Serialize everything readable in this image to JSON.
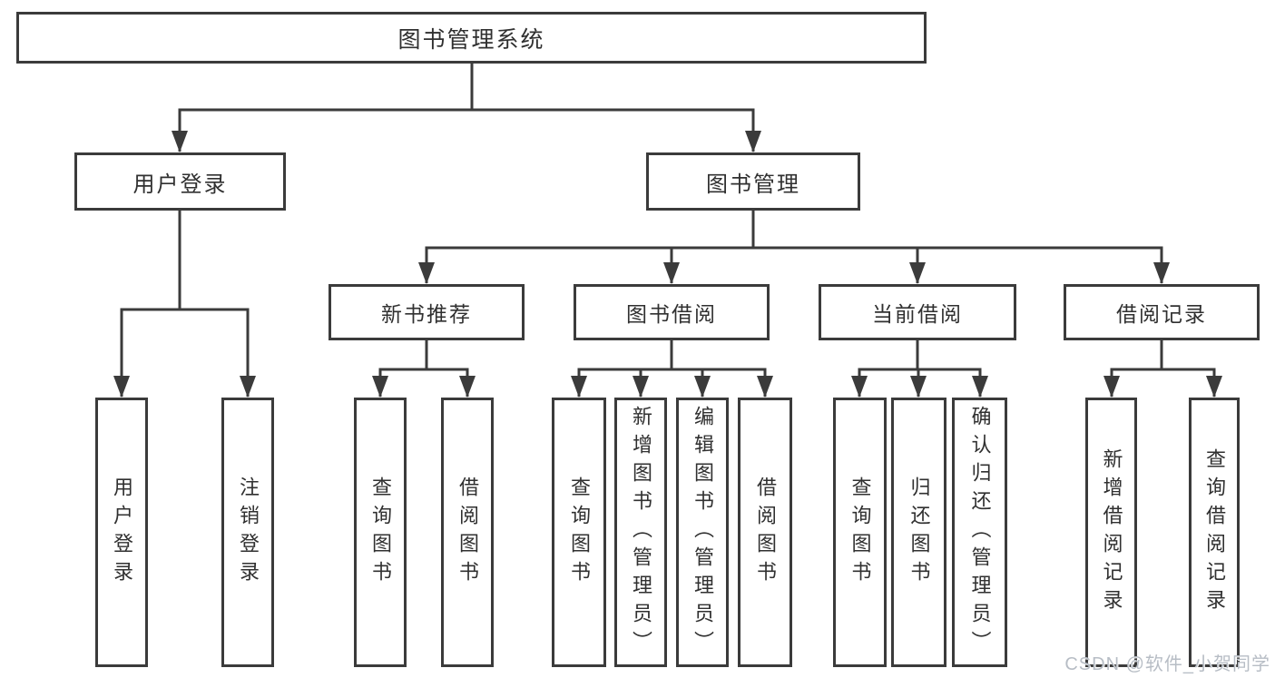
{
  "diagram": {
    "root": {
      "label": "图书管理系统"
    },
    "user": {
      "label": "用户登录",
      "children": {
        "login": {
          "label": "用户登录"
        },
        "logout": {
          "label": "注销登录"
        }
      }
    },
    "books": {
      "label": "图书管理",
      "sections": {
        "recommend": {
          "label": "新书推荐",
          "children": {
            "query": {
              "label": "查询图书"
            },
            "borrow": {
              "label": "借阅图书"
            }
          }
        },
        "borrow": {
          "label": "图书借阅",
          "children": {
            "query": {
              "label": "查询图书"
            },
            "add": {
              "label": "新增图书（管理员）"
            },
            "edit": {
              "label": "编辑图书（管理员）"
            },
            "lend": {
              "label": "借阅图书"
            }
          }
        },
        "current": {
          "label": "当前借阅",
          "children": {
            "query": {
              "label": "查询图书"
            },
            "return": {
              "label": "归还图书"
            },
            "confirm": {
              "label": "确认归还（管理员）"
            }
          }
        },
        "records": {
          "label": "借阅记录",
          "children": {
            "add": {
              "label": "新增借阅记录"
            },
            "query": {
              "label": "查询借阅记录"
            }
          }
        }
      }
    }
  },
  "watermark": {
    "text": "CSDN @软件_小贺同学"
  },
  "colors": {
    "line": "#3b3b3b",
    "text": "#303030",
    "background": "#ffffff",
    "watermark": "#b7bdc5"
  }
}
